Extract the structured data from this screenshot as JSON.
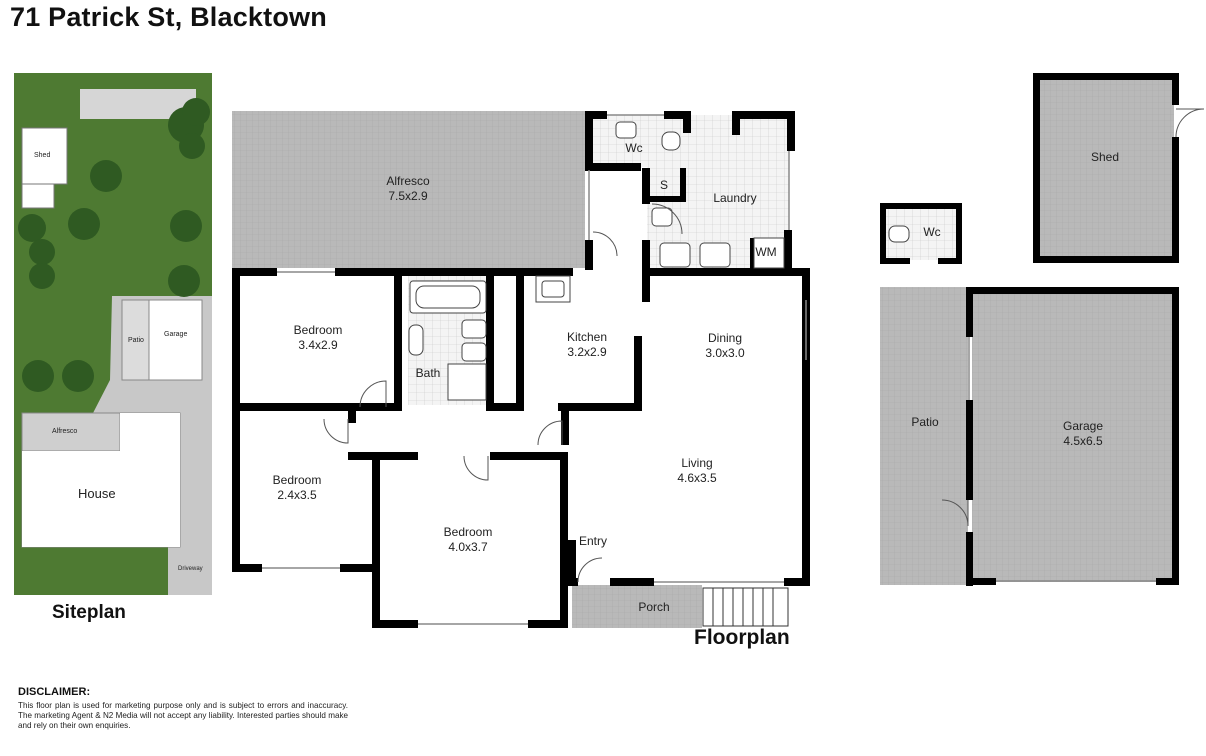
{
  "title": "71 Patrick St, Blacktown",
  "siteplan": {
    "caption": "Siteplan",
    "labels": {
      "shed": "Shed",
      "patio": "Patio",
      "garage": "Garage",
      "alfresco": "Alfresco",
      "house": "House",
      "driveway": "Driveway"
    }
  },
  "floorplan": {
    "caption": "Floorplan",
    "rooms": {
      "alfresco": {
        "name": "Alfresco",
        "size": "7.5x2.9"
      },
      "bedroom1": {
        "name": "Bedroom",
        "size": "3.4x2.9"
      },
      "bath": {
        "name": "Bath"
      },
      "kitchen": {
        "name": "Kitchen",
        "size": "3.2x2.9"
      },
      "dining": {
        "name": "Dining",
        "size": "3.0x3.0"
      },
      "bedroom2": {
        "name": "Bedroom",
        "size": "2.4x3.5"
      },
      "bedroom3": {
        "name": "Bedroom",
        "size": "4.0x3.7"
      },
      "living": {
        "name": "Living",
        "size": "4.6x3.5"
      },
      "entry": {
        "name": "Entry"
      },
      "porch": {
        "name": "Porch"
      },
      "wc": {
        "name": "Wc"
      },
      "s": {
        "name": "S"
      },
      "laundry": {
        "name": "Laundry"
      },
      "wm": {
        "name": "WM"
      }
    }
  },
  "outbuildings": {
    "shed": {
      "name": "Shed"
    },
    "wc": {
      "name": "Wc"
    },
    "patio": {
      "name": "Patio"
    },
    "garage": {
      "name": "Garage",
      "size": "4.5x6.5"
    }
  },
  "disclaimer": {
    "title": "DISCLAIMER:",
    "text": "This floor plan is used for marketing purpose only and is subject to errors and inaccuracy. The marketing Agent & N2 Media will not accept any liability. Interested parties should make and rely on their own enquiries."
  },
  "colors": {
    "wall": "#000000",
    "grass": "#4e7a32",
    "tree": "#2f5a22",
    "paving": "#bdbdbd",
    "tile": "#f2f2f2"
  }
}
